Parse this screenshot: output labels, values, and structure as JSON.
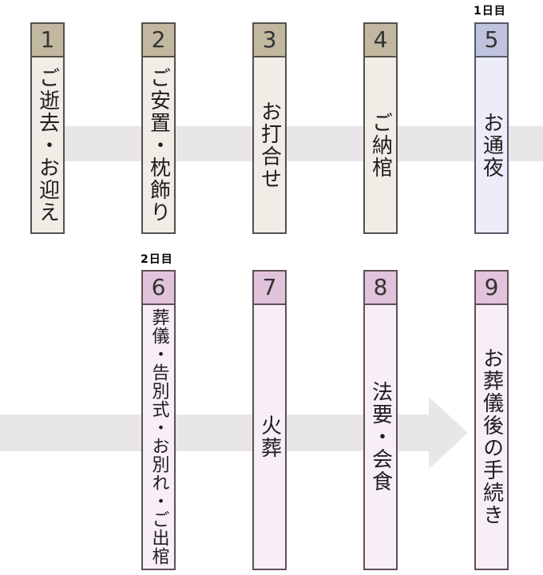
{
  "day_labels": {
    "day1": "1日目",
    "day2": "2日目"
  },
  "steps": [
    {
      "number": "1",
      "label": "ご逝去・お迎え",
      "theme": "tan"
    },
    {
      "number": "2",
      "label": "ご安置・枕飾り",
      "theme": "tan"
    },
    {
      "number": "3",
      "label": "お打合せ",
      "theme": "tan"
    },
    {
      "number": "4",
      "label": "ご納棺",
      "theme": "tan"
    },
    {
      "number": "5",
      "label": "お通夜",
      "theme": "lavender"
    },
    {
      "number": "6",
      "label": "葬儀・告別式・お別れ・ご出棺",
      "theme": "pink"
    },
    {
      "number": "7",
      "label": "火葬",
      "theme": "pink"
    },
    {
      "number": "8",
      "label": "法要・会食",
      "theme": "pink"
    },
    {
      "number": "9",
      "label": "お葬儀後の手続き",
      "theme": "pink"
    }
  ],
  "colors": {
    "tan_header": "#c2b89f",
    "tan_body": "#f0ede6",
    "tan_border": "#55504a",
    "lavender_header": "#bfc3de",
    "lavender_body": "#ecedf9",
    "lavender_border": "#565866",
    "pink_header": "#e2c3dc",
    "pink_body": "#f8eef7",
    "pink_border": "#5d5158",
    "flow_band_gray": "#e8e6e6"
  }
}
